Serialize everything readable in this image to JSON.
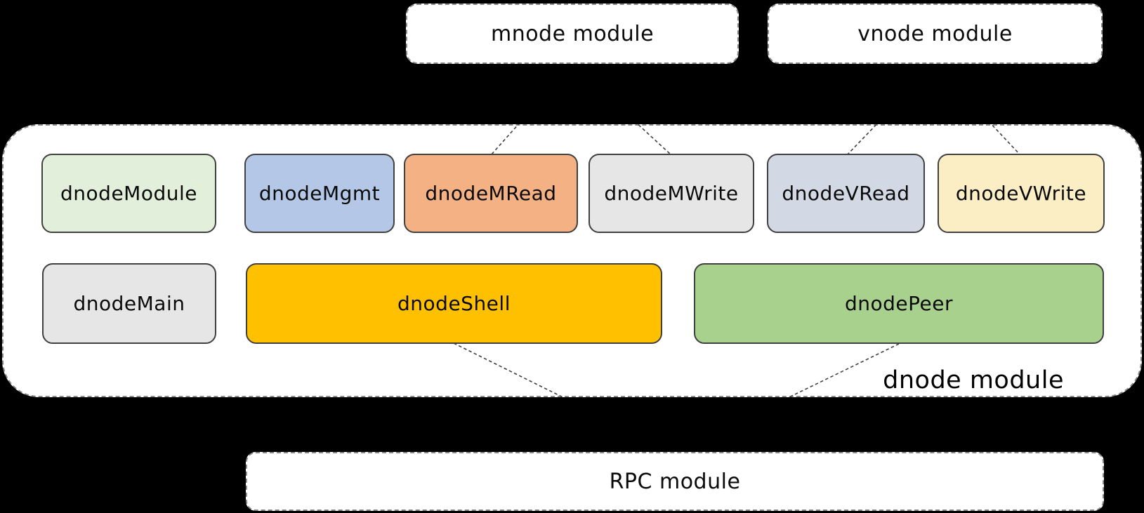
{
  "background_color": "#000000",
  "top_modules": [
    {
      "label": "mnode module"
    },
    {
      "label": "vnode module"
    }
  ],
  "dnode_module": {
    "label": "dnode module",
    "row1": [
      {
        "label": "dnodeModule",
        "color": "#E2EFDA"
      },
      {
        "label": "dnodeMgmt",
        "color": "#B4C7E7"
      },
      {
        "label": "dnodeMRead",
        "color": "#F4B183"
      },
      {
        "label": "dnodeMWrite",
        "color": "#E7E6E6"
      },
      {
        "label": "dnodeVRead",
        "color": "#D3D9E4"
      },
      {
        "label": "dnodeVWrite",
        "color": "#FBEDC4"
      }
    ],
    "row2": [
      {
        "label": "dnodeMain",
        "color": "#E7E6E6"
      },
      {
        "label": "dnodeShell",
        "color": "#FFC000"
      },
      {
        "label": "dnodePeer",
        "color": "#A9D18E"
      }
    ]
  },
  "rpc_module": {
    "label": "RPC module"
  },
  "styles": {
    "white_box_fill": "#FFFFFF",
    "dashed_border_color": "#8A8A8A",
    "component_border_color": "#404040",
    "connector_color": "#3F3F3F",
    "text_color": "#0A0A0A"
  }
}
